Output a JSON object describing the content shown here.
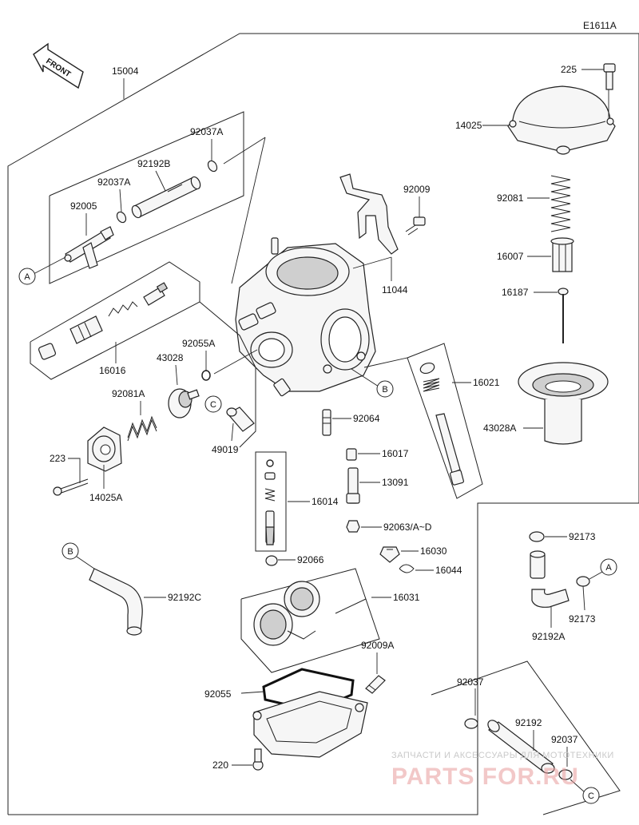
{
  "diagram_code": "E1611A",
  "front_label": "FRONT",
  "parts": {
    "p15004": "15004",
    "p92037A_1": "92037A",
    "p92192B": "92192B",
    "p92037A_2": "92037A",
    "p92005": "92005",
    "p16016": "16016",
    "p92009": "92009",
    "p11044": "11044",
    "p92055A": "92055A",
    "p43028": "43028",
    "p92081A": "92081A",
    "p223": "223",
    "p14025A": "14025A",
    "p49019": "49019",
    "p92064": "92064",
    "p16017": "16017",
    "p13091": "13091",
    "p16014": "16014",
    "p92063": "92063/A~D",
    "p92066": "92066",
    "p16030": "16030",
    "p16044": "16044",
    "p16031": "16031",
    "p92192C": "92192C",
    "p92009A": "92009A",
    "p92055": "92055",
    "p220": "220",
    "p225": "225",
    "p14025": "14025",
    "p92081": "92081",
    "p16007": "16007",
    "p16187": "16187",
    "p16021": "16021",
    "p43028A": "43028A",
    "p92173_1": "92173",
    "p92173_2": "92173",
    "p92192A": "92192A",
    "p92037": "92037",
    "p92192": "92192",
    "p92037_2": "92037"
  },
  "refs": {
    "a1": "A",
    "a2": "A",
    "b1": "B",
    "b2": "B",
    "c1": "C",
    "c2": "C"
  },
  "watermark": {
    "line1": "ЗАПЧАСТИ И АКСЕССУАРЫ ДЛЯ МОТОТЕХНИКИ",
    "line2": "PARTS FOR.RU"
  }
}
